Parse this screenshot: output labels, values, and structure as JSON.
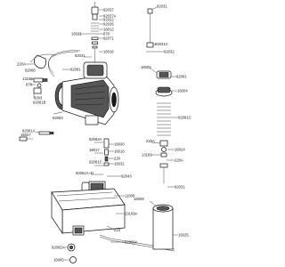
{
  "parts": {
    "p92037": "92037",
    "p16021": "16021",
    "p92037A": "92037A",
    "p92022": "92022",
    "p92026": "92026",
    "p16012": "16012",
    "p670": "670",
    "p92071": "92071",
    "p16016": "16016",
    "p92031": "92031",
    "p92031C": "92031C",
    "p92032": "92032",
    "p220A_top": "220A",
    "p16002": "16002",
    "p92081": "92081",
    "p16004": "16004",
    "p92068": "92068",
    "p13169_left": "13169",
    "p670_left": "670",
    "p6003": "6003",
    "p92081B": "92081B",
    "p16021b": "16021",
    "p92063": "92063",
    "p92081A": "92081A",
    "p16027": "16027",
    "p92081C": "92081C",
    "p92064A": "92064A",
    "p16030": "16030",
    "p16017": "16017",
    "p16016b": "16016",
    "p220": "220",
    "p92061AD": "92061A~D",
    "p16031": "16031",
    "p92043": "92043",
    "p220A_mid": "220A",
    "p16024": "16024",
    "p13169_right": "13169",
    "p220A_right": "220A",
    "p11009": "11009",
    "p92031_right": "92031",
    "p13169A": "13169A",
    "p223": "223",
    "p16009": "16009",
    "p92065A": "92065A",
    "p92066A": "92066A",
    "p16065": "16065",
    "p16025": "16025"
  }
}
